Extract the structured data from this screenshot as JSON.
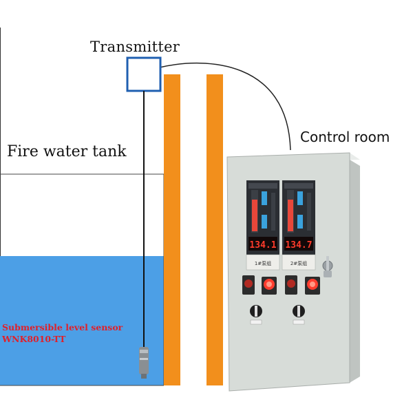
{
  "labels": {
    "transmitter": "Transmitter",
    "tank": "Fire water tank",
    "control_room": "Control room",
    "sensor_line1": "Submersible level sensor",
    "sensor_line2": "WNK8010-TT"
  },
  "panel_displays": [
    {
      "reading": "134.1",
      "button_text": "1#泵组"
    },
    {
      "reading": "134.7",
      "button_text": "2#泵组"
    }
  ],
  "colors": {
    "water": "#4c9fe6",
    "pipe": "#f28f1c",
    "transmitter_box": "#1f5fb0",
    "sensor_text": "#e0202a",
    "cabinet": "#d7dcd8",
    "display_digits": "#ff3b2b",
    "indicator_red": "#e0281f"
  }
}
